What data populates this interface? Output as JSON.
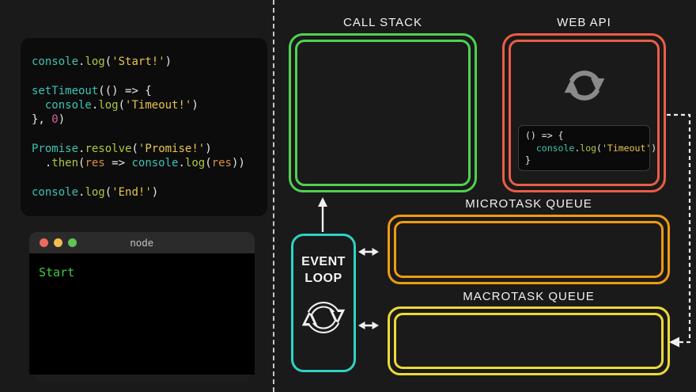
{
  "palette": {
    "background": "#1a1a1a",
    "editor_bg": "#0c0c0c",
    "titlebar_gray": "#2b2b2b",
    "divider_gray": "#c9c9c9",
    "plain": "#e9e9e9",
    "teal": "#3cc3b2",
    "lime": "#abc83f",
    "str": "#e8c54b",
    "pink": "#d9609e",
    "orange": "#dd8d43",
    "call_stack_green": "#50d153",
    "web_api_red": "#e95e45",
    "event_loop_teal": "#2ed3c5",
    "microtask_orange": "#ef9a12",
    "macrotask_yellow": "#ecd936",
    "terminal_green": "#3ecb3e",
    "traffic_red": "#ec695d",
    "traffic_yellow": "#f4bd50",
    "traffic_green": "#61c454",
    "icon_gray": "#8a8a8a",
    "arrow_white": "#f0f0f0"
  },
  "icons": {
    "web_api": "sync-cycle-icon",
    "event_loop": "sync-cycle-icon"
  },
  "editor": {
    "lines": [
      [
        {
          "t": "console",
          "c": "teal"
        },
        {
          "t": ".",
          "c": "plain"
        },
        {
          "t": "log",
          "c": "lime"
        },
        {
          "t": "(",
          "c": "plain"
        },
        {
          "t": "'Start!'",
          "c": "str"
        },
        {
          "t": ")",
          "c": "plain"
        }
      ],
      [],
      [
        {
          "t": "setTimeout",
          "c": "teal"
        },
        {
          "t": "(() => {",
          "c": "plain"
        }
      ],
      [
        {
          "t": "  ",
          "c": "plain"
        },
        {
          "t": "console",
          "c": "teal"
        },
        {
          "t": ".",
          "c": "plain"
        },
        {
          "t": "log",
          "c": "lime"
        },
        {
          "t": "(",
          "c": "plain"
        },
        {
          "t": "'Timeout!'",
          "c": "str"
        },
        {
          "t": ")",
          "c": "plain"
        }
      ],
      [
        {
          "t": "}, ",
          "c": "plain"
        },
        {
          "t": "0",
          "c": "pink"
        },
        {
          "t": ")",
          "c": "plain"
        }
      ],
      [],
      [
        {
          "t": "Promise",
          "c": "teal"
        },
        {
          "t": ".",
          "c": "plain"
        },
        {
          "t": "resolve",
          "c": "lime"
        },
        {
          "t": "(",
          "c": "plain"
        },
        {
          "t": "'Promise!'",
          "c": "str"
        },
        {
          "t": ")",
          "c": "plain"
        }
      ],
      [
        {
          "t": "  .",
          "c": "plain"
        },
        {
          "t": "then",
          "c": "lime"
        },
        {
          "t": "(",
          "c": "plain"
        },
        {
          "t": "res",
          "c": "orange"
        },
        {
          "t": " => ",
          "c": "plain"
        },
        {
          "t": "console",
          "c": "teal"
        },
        {
          "t": ".",
          "c": "plain"
        },
        {
          "t": "log",
          "c": "lime"
        },
        {
          "t": "(",
          "c": "plain"
        },
        {
          "t": "res",
          "c": "orange"
        },
        {
          "t": "))",
          "c": "plain"
        }
      ],
      [],
      [
        {
          "t": "console",
          "c": "teal"
        },
        {
          "t": ".",
          "c": "plain"
        },
        {
          "t": "log",
          "c": "lime"
        },
        {
          "t": "(",
          "c": "plain"
        },
        {
          "t": "'End!'",
          "c": "str"
        },
        {
          "t": ")",
          "c": "plain"
        }
      ]
    ]
  },
  "terminal": {
    "title": "node",
    "output": "Start"
  },
  "diagram": {
    "call_stack": {
      "label": "CALL STACK"
    },
    "web_api": {
      "label": "WEB API",
      "snippet": {
        "lines": [
          [
            {
              "t": "() => {",
              "c": "plain"
            }
          ],
          [
            {
              "t": "  ",
              "c": "plain"
            },
            {
              "t": "console",
              "c": "teal"
            },
            {
              "t": ".",
              "c": "plain"
            },
            {
              "t": "log",
              "c": "lime"
            },
            {
              "t": "(",
              "c": "plain"
            },
            {
              "t": "'Timeout'",
              "c": "str"
            },
            {
              "t": ")",
              "c": "plain"
            }
          ],
          [
            {
              "t": "}",
              "c": "plain"
            }
          ]
        ]
      }
    },
    "event_loop": {
      "label": "EVENT LOOP"
    },
    "microtask_queue": {
      "label": "MICROTASK QUEUE"
    },
    "macrotask_queue": {
      "label": "MACROTASK QUEUE"
    }
  }
}
